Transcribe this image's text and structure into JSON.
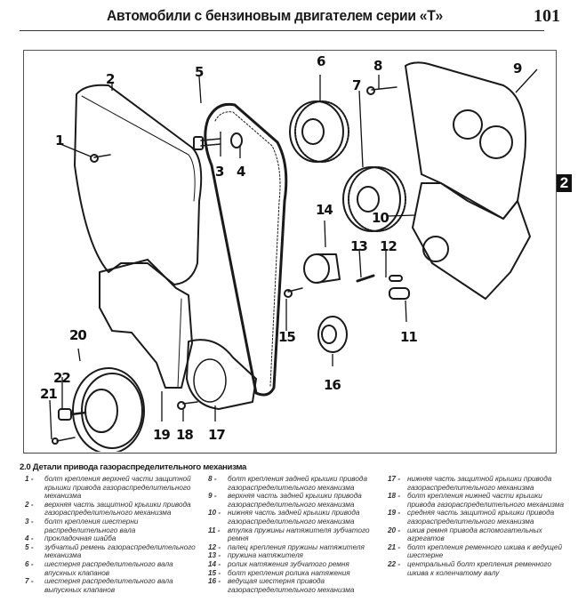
{
  "header": {
    "title": "Автомобили с бензиновым двигателем серии «Т»",
    "page_number": "101"
  },
  "side_tab": "2",
  "figure": {
    "callouts": [
      "1",
      "2",
      "3",
      "4",
      "5",
      "6",
      "7",
      "8",
      "9",
      "10",
      "11",
      "12",
      "13",
      "14",
      "15",
      "16",
      "17",
      "18",
      "19",
      "20",
      "21",
      "22"
    ]
  },
  "caption": {
    "title": "2.0 Детали привода газораспределительного механизма",
    "columns": [
      [
        {
          "num": "1 -",
          "text": "болт крепления верхней части защитной крышки привода газораспределительного механизма"
        },
        {
          "num": "2 -",
          "text": "верхняя часть защитной крышки привода газораспределительного механизма"
        },
        {
          "num": "3 -",
          "text": "болт крепления шестерни распределительного вала"
        },
        {
          "num": "4 -",
          "text": "прокладочная шайба"
        },
        {
          "num": "5 -",
          "text": "зубчатый ремень газораспределительного механизма"
        },
        {
          "num": "6 -",
          "text": "шестерня распределительного вала впускных клапанов"
        },
        {
          "num": "7 -",
          "text": "шестерня распределительного вала выпускных клапанов"
        }
      ],
      [
        {
          "num": "8 -",
          "text": "болт крепления задней крышки привода газораспределительного механизма"
        },
        {
          "num": "9 -",
          "text": "верхняя часть задней крышки привода газораспределительного механизма"
        },
        {
          "num": "10 -",
          "text": "нижняя часть задней крышки привода газораспределительного механизма"
        },
        {
          "num": "11 -",
          "text": "втулка пружины натяжителя зубчатого ремня"
        },
        {
          "num": "12 -",
          "text": "палец крепления пружины натяжителя"
        },
        {
          "num": "13 -",
          "text": "пружина натяжителя"
        },
        {
          "num": "14 -",
          "text": "ролик натяжения зубчатого ремня"
        },
        {
          "num": "15 -",
          "text": "болт крепления ролика натяжения"
        },
        {
          "num": "16 -",
          "text": "ведущая шестерня привода газораспределительного механизма"
        }
      ],
      [
        {
          "num": "17 -",
          "text": "нижняя часть защитной крышки привода газораспределительного механизма"
        },
        {
          "num": "18 -",
          "text": "болт крепления нижней части крышки привода газораспределительного механизма"
        },
        {
          "num": "19 -",
          "text": "средняя часть защитной крышки привода газораспределительного механизма"
        },
        {
          "num": "20 -",
          "text": "шкив ремня привода вспомогательных агрегатов"
        },
        {
          "num": "21 -",
          "text": "болт крепления ременного шкива к ведущей шестерне"
        },
        {
          "num": "22 -",
          "text": "центральный болт крепления ременного шкива к коленчатому валу"
        }
      ]
    ]
  }
}
